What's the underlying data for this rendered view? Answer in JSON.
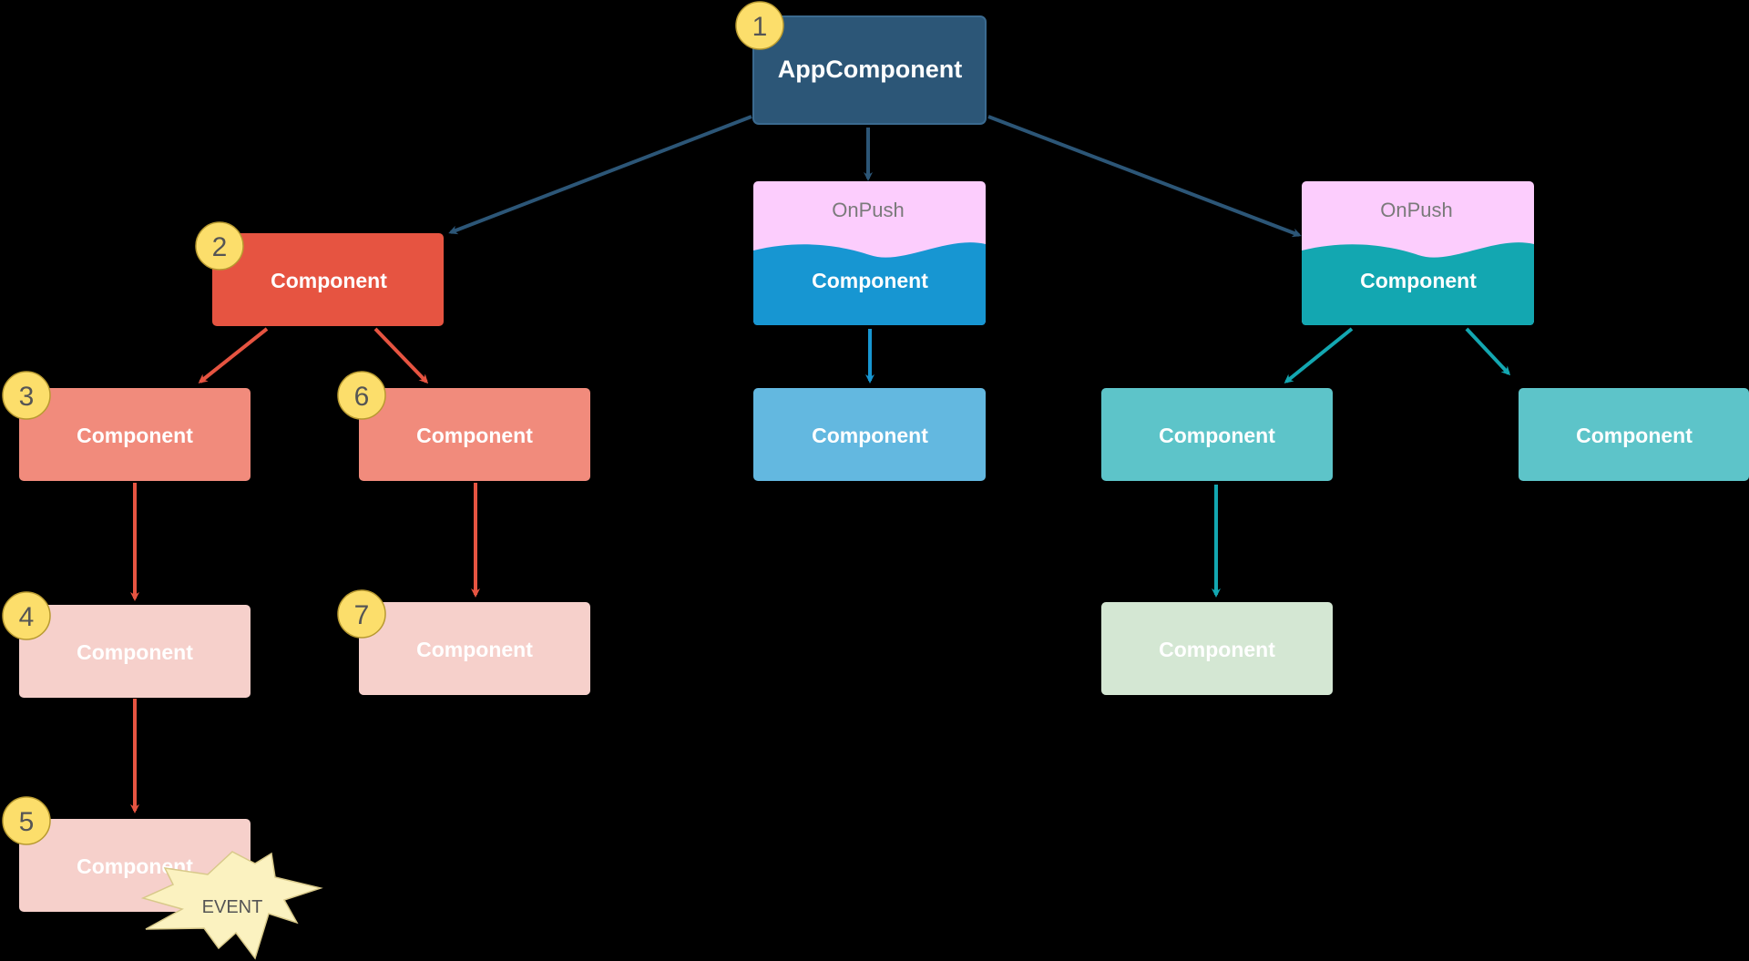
{
  "nodes": {
    "app": {
      "label": "AppComponent",
      "badge": "1",
      "color": "#2c5677"
    },
    "red_root": {
      "label": "Component",
      "badge": "2",
      "color": "#e65441"
    },
    "red_left": {
      "label": "Component",
      "badge": "3",
      "color": "#f18b7c"
    },
    "red_right": {
      "label": "Component",
      "badge": "6",
      "color": "#f18b7c"
    },
    "pink_left": {
      "label": "Component",
      "badge": "4",
      "color": "#f6d0cb"
    },
    "pink_right": {
      "label": "Component",
      "badge": "7",
      "color": "#f6d0cb"
    },
    "pink_bottom": {
      "label": "Component",
      "badge": "5",
      "color": "#f6d0cb"
    },
    "blue_onpush": {
      "label": "Component",
      "tag": "OnPush",
      "color": "#1796d2",
      "tag_color": "#fccdfd"
    },
    "blue_child": {
      "label": "Component",
      "color": "#63b8e0"
    },
    "teal_onpush": {
      "label": "Component",
      "tag": "OnPush",
      "color": "#13a7b1",
      "tag_color": "#fccdfd"
    },
    "teal_left": {
      "label": "Component",
      "color": "#5dc4c9"
    },
    "teal_right": {
      "label": "Component",
      "color": "#5dc4c9"
    },
    "green": {
      "label": "Component",
      "color": "#d4e7d3"
    }
  },
  "event": {
    "label": "EVENT",
    "color": "#fbf2c0"
  },
  "colors": {
    "badge": "#fcde6b",
    "arrow_app": "#2c5677",
    "arrow_red": "#e65441",
    "arrow_blue": "#1796d2",
    "arrow_teal": "#13a7b1"
  }
}
